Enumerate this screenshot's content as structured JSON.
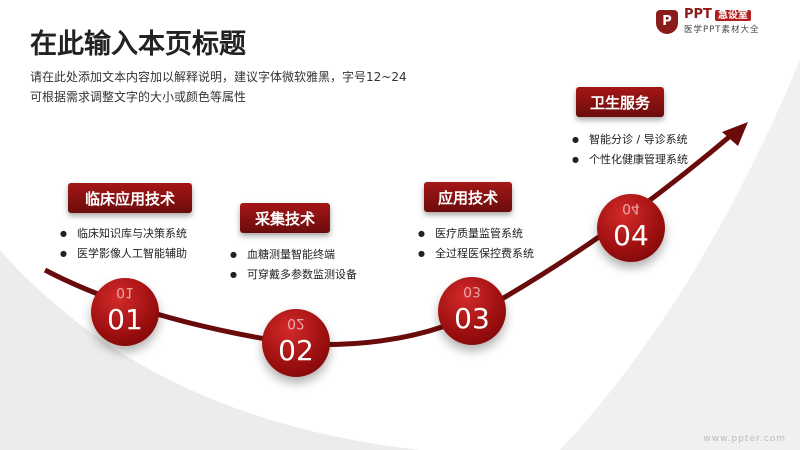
{
  "header": {
    "title": "在此输入本页标题",
    "desc_line1": "请在此处添加文本内容加以解释说明，建议字体微软雅黑，字号12~24",
    "desc_line2": "可根据需求调整文字的大小或颜色等属性"
  },
  "logo": {
    "main": "PPT",
    "tag": "急设室",
    "sub": "医学PPT素材大全"
  },
  "steps": [
    {
      "num": "01",
      "title": "临床应用技术",
      "items": [
        "临床知识库与决策系统",
        "医学影像人工智能辅助"
      ]
    },
    {
      "num": "02",
      "title": "采集技术",
      "items": [
        "血糖测量智能终端",
        "可穿戴多参数监测设备"
      ]
    },
    {
      "num": "03",
      "title": "应用技术",
      "items": [
        "医疗质量监管系统",
        "全过程医保控费系统"
      ]
    },
    {
      "num": "04",
      "title": "卫生服务",
      "items": [
        "智能分诊 / 导诊系统",
        "个性化健康管理系统"
      ]
    }
  ],
  "footer": "www.ppter.com",
  "colors": {
    "accent": "#8b1c1c"
  }
}
